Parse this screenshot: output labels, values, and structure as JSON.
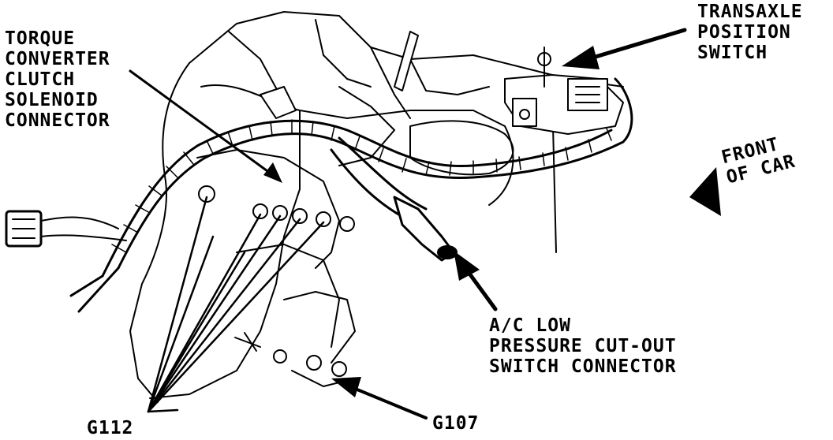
{
  "labels": {
    "tcc_connector": [
      "TORQUE",
      "CONVERTER",
      "CLUTCH",
      "SOLENOID",
      "CONNECTOR"
    ],
    "transaxle_switch": [
      "TRANSAXLE",
      "POSITION",
      "SWITCH"
    ],
    "front_of_car": [
      "FRONT",
      "OF CAR"
    ],
    "ac_switch": [
      "A/C LOW",
      "PRESSURE CUT-OUT",
      "SWITCH CONNECTOR"
    ],
    "ground_g112": "G112",
    "ground_g107": "G107"
  },
  "colors": {
    "ink": "#000000",
    "paper": "#ffffff"
  }
}
